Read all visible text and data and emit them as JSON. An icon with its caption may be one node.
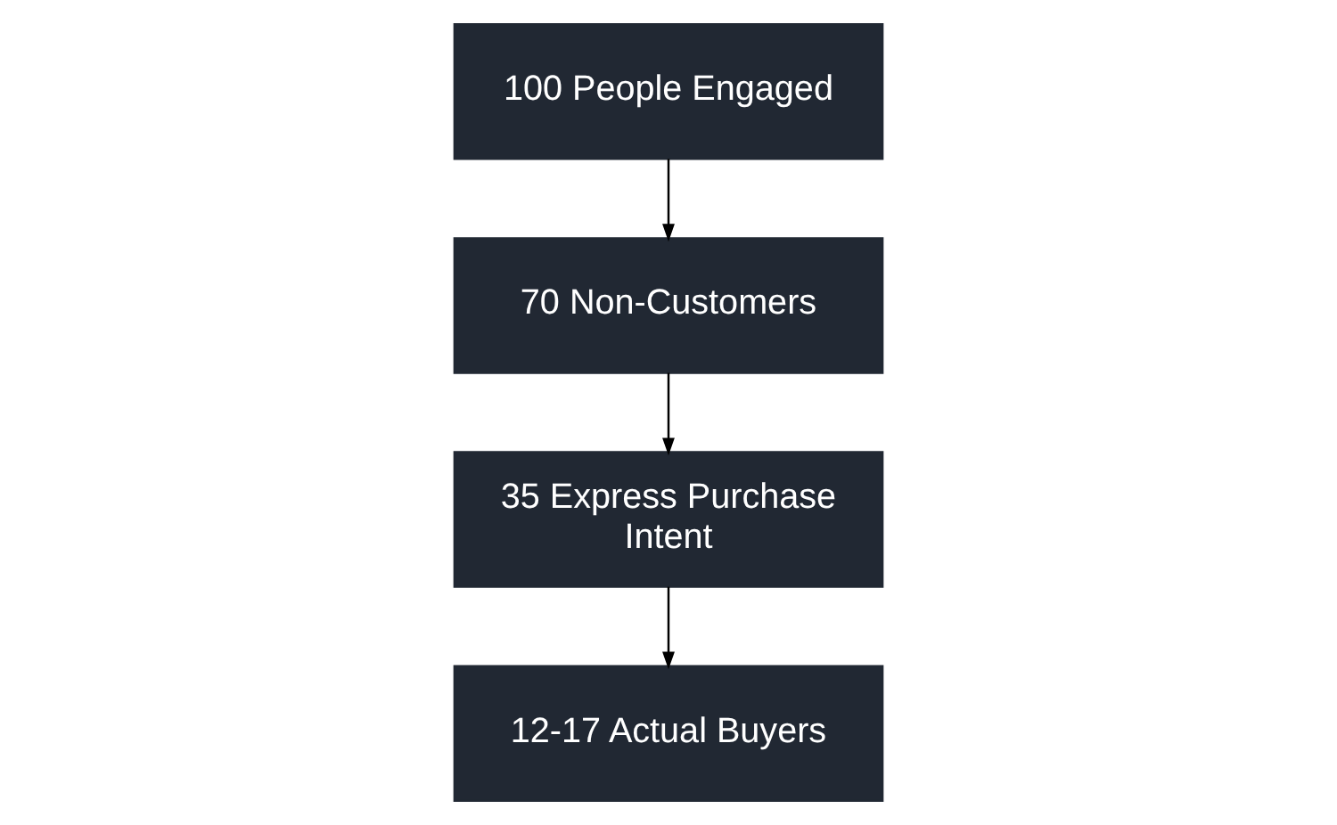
{
  "diagram": {
    "nodes": [
      {
        "text": [
          "100 People Engaged"
        ]
      },
      {
        "text": [
          "70 Non-Customers"
        ]
      },
      {
        "text": [
          "35 Express Purchase Intent"
        ]
      },
      {
        "text": [
          "12-17 Actual Buyers"
        ]
      }
    ],
    "edges": [
      {
        "from": 0,
        "to": 1,
        "arrow": "to"
      },
      {
        "from": 1,
        "to": 2,
        "arrow": "to"
      },
      {
        "from": 2,
        "to": 3,
        "arrow": "to"
      }
    ]
  }
}
